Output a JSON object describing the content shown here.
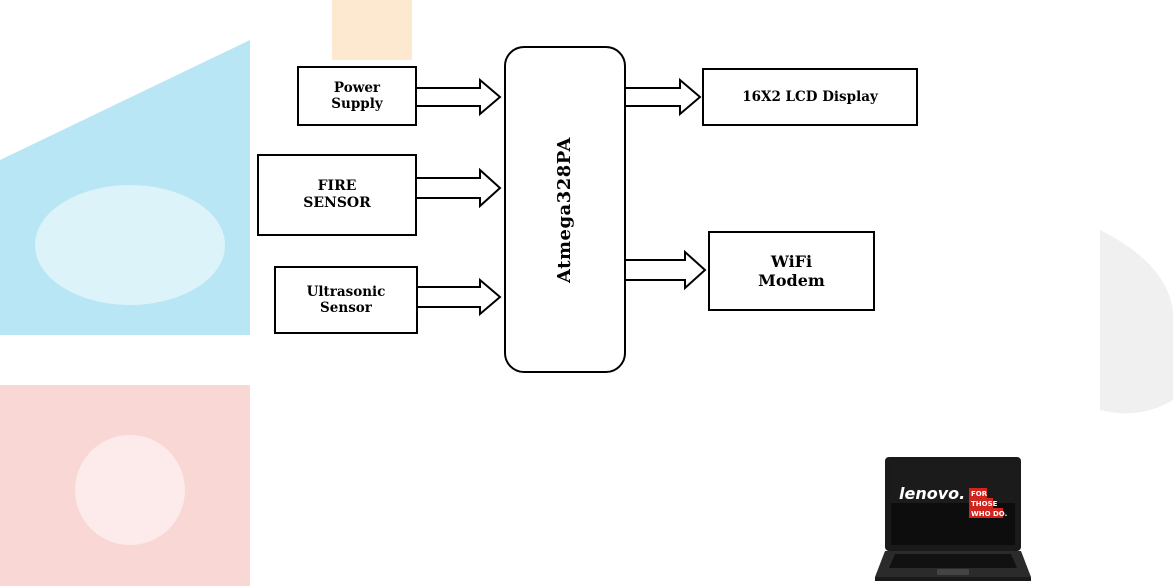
{
  "diagram": {
    "blocks": {
      "power": {
        "line1": "Power",
        "line2": "Supply"
      },
      "fire": {
        "line1": "FIRE",
        "line2": "SENSOR"
      },
      "ultrasonic": {
        "line1": "Ultrasonic",
        "line2": "Sensor"
      },
      "mcu": {
        "label": "Atmega328PA"
      },
      "lcd": {
        "label": "16X2 LCD Display"
      },
      "wifi": {
        "line1": "WiFi",
        "line2": "Modem"
      }
    }
  },
  "laptop": {
    "brand": "lenovo.",
    "tagline_1": "FOR",
    "tagline_2": "THOSE",
    "tagline_3": "WHO DO."
  },
  "colors": {
    "watermark_cyan": "#7fd1ec",
    "watermark_red": "#f4b6b1",
    "watermark_orange": "#fbd7a8",
    "line": "#000000"
  },
  "icons": [
    "double-arrow-icon",
    "laptop-icon",
    "watermark-logo"
  ]
}
